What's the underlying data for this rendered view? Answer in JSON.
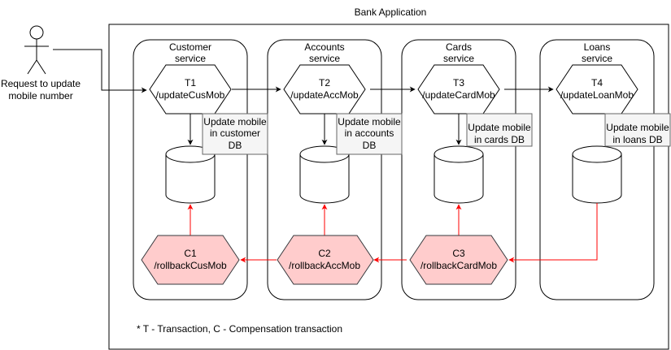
{
  "title": "Bank Application",
  "actor": {
    "label_line1": "Request to update",
    "label_line2": "mobile number"
  },
  "services": [
    {
      "name_line1": "Customer",
      "name_line2": "service"
    },
    {
      "name_line1": "Accounts",
      "name_line2": "service"
    },
    {
      "name_line1": "Cards",
      "name_line2": "service"
    },
    {
      "name_line1": "Loans",
      "name_line2": "service"
    }
  ],
  "transactions": [
    {
      "id": "T1",
      "endpoint": "/updateCusMob"
    },
    {
      "id": "T2",
      "endpoint": "/updateAccMob"
    },
    {
      "id": "T3",
      "endpoint": "/updateCardMob"
    },
    {
      "id": "T4",
      "endpoint": "/updateLoanMob"
    }
  ],
  "notes": [
    {
      "line1": "Update mobile",
      "line2": "in customer",
      "line3": "DB"
    },
    {
      "line1": "Update mobile",
      "line2": "in accounts",
      "line3": "DB"
    },
    {
      "line1": "Update mobile",
      "line2": "in cards DB",
      "line3": ""
    },
    {
      "line1": "Update mobile",
      "line2": "in loans DB",
      "line3": ""
    }
  ],
  "compensations": [
    {
      "id": "C1",
      "endpoint": "/rollbackCusMob"
    },
    {
      "id": "C2",
      "endpoint": "/rollbackAccMob"
    },
    {
      "id": "C3",
      "endpoint": "/rollbackCardMob"
    }
  ],
  "footnote": "* T - Transaction, C - Compensation transaction",
  "colors": {
    "compensation_fill": "#ffcccc",
    "compensation_stroke": "#36393d",
    "note_fill": "#f5f5f5",
    "note_stroke": "#666666",
    "forward_arrow": "#000000",
    "rollback_arrow": "#ff0000"
  }
}
